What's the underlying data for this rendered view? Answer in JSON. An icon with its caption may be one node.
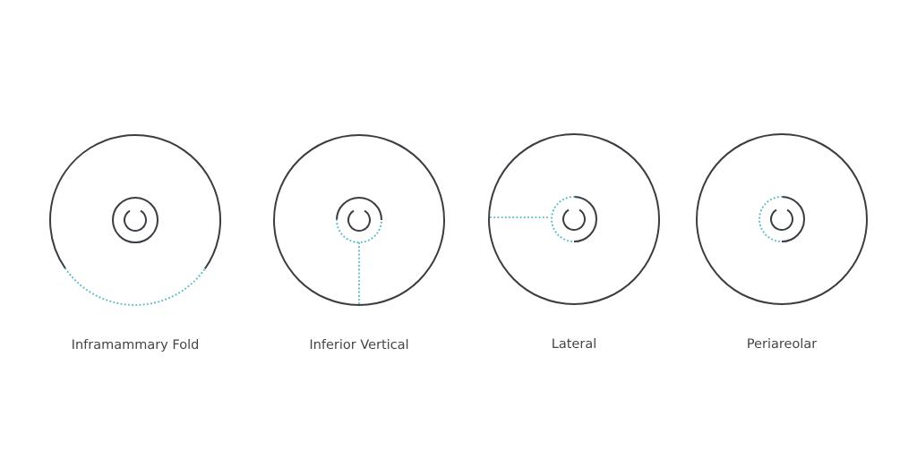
{
  "diagram": {
    "nodes": [
      {
        "text": [
          "Inframammary Fold"
        ]
      },
      {
        "text": [
          "Inferior Vertical"
        ]
      },
      {
        "text": [
          "Lateral"
        ]
      },
      {
        "text": [
          "Periareolar"
        ]
      }
    ]
  }
}
